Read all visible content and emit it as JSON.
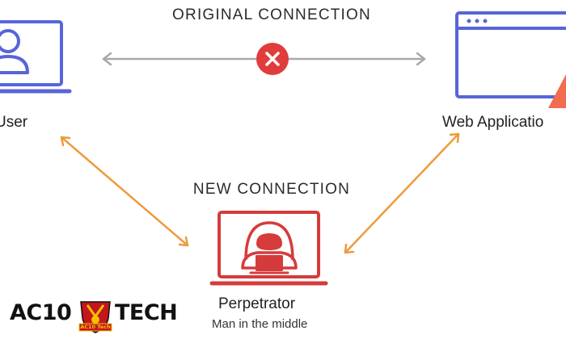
{
  "labels": {
    "original_connection": "ORIGINAL CONNECTION",
    "new_connection": "NEW CONNECTION",
    "user": "User",
    "web_application": "Web Applicatio",
    "perpetrator": "Perpetrator",
    "perpetrator_sub": "Man in the middle"
  },
  "logo": {
    "left_text": "AC10",
    "right_text": "TECH",
    "badge_text": "AC10 Tech"
  },
  "colors": {
    "user_blue": "#5865d8",
    "web_app_blue": "#5865d8",
    "attacker_red": "#d63b3b",
    "arrow_orange": "#ef9a3c",
    "arrow_gray": "#a9a9a9",
    "blocked_red": "#e03c3c",
    "warning_orange": "#f26c4f"
  },
  "icons": {
    "user": "user-laptop-icon",
    "web_app": "browser-window-icon",
    "attacker": "hooded-hacker-laptop-icon",
    "blocked": "x-circle-icon",
    "warning": "warning-triangle-icon"
  }
}
